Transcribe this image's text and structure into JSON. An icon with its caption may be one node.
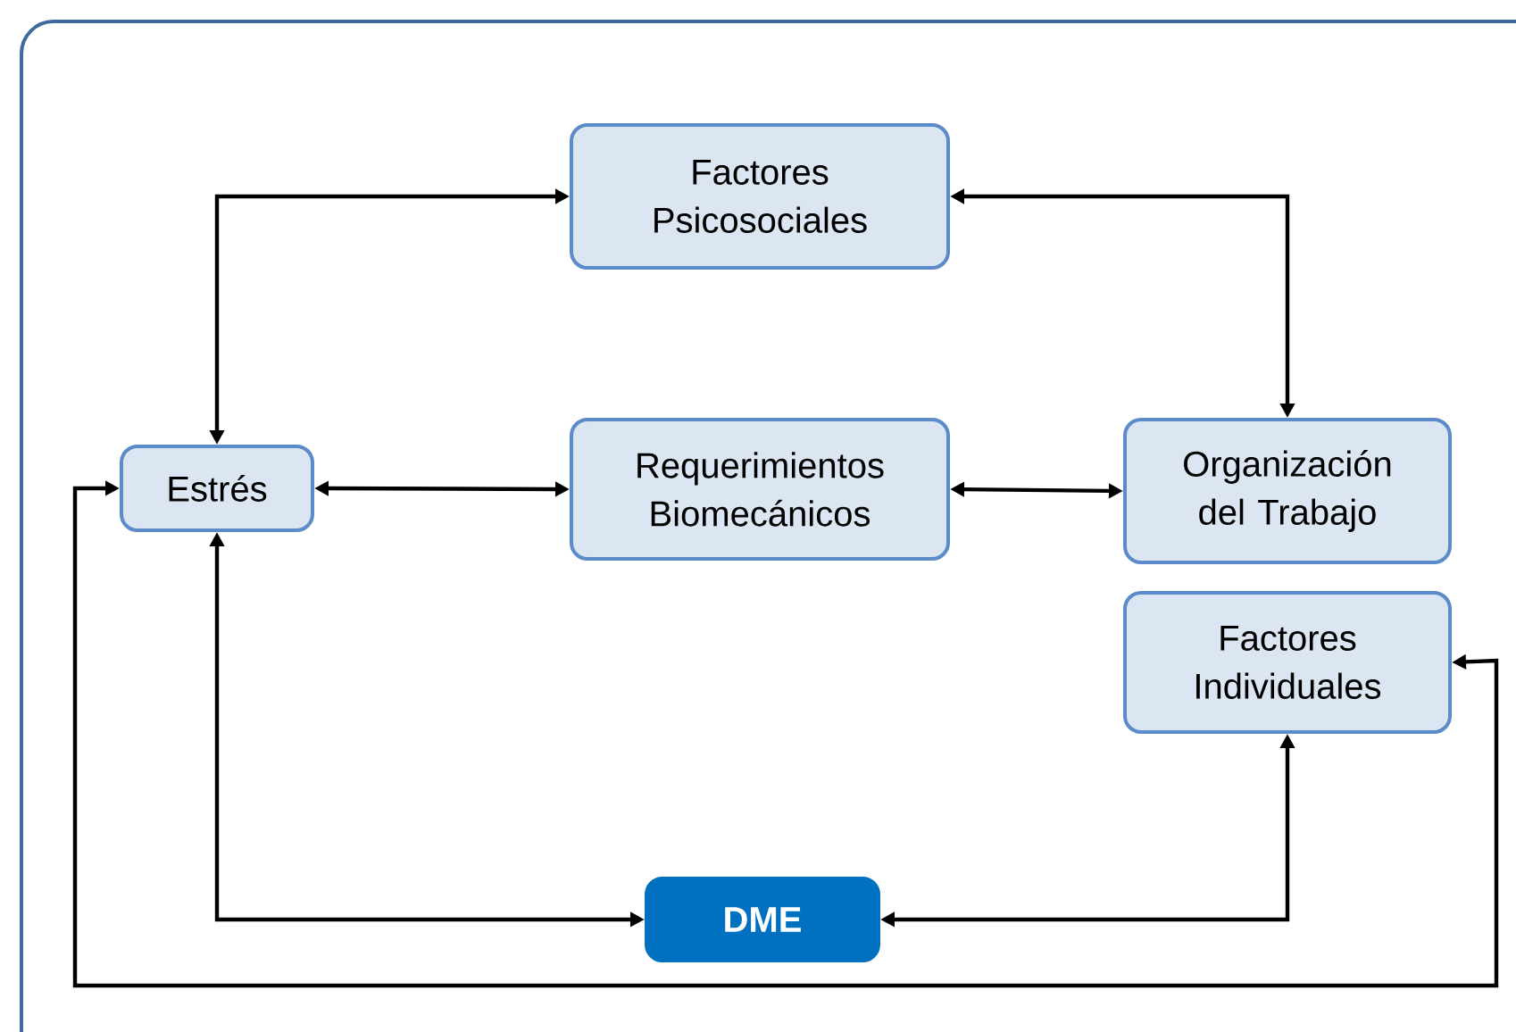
{
  "diagram": {
    "nodes": [
      {
        "text": [
          "Factores Psicosociales"
        ]
      },
      {
        "text": [
          "Estrés"
        ]
      },
      {
        "text": [
          "Requerimientos Biomecánicos"
        ]
      },
      {
        "text": [
          "Organización del Trabajo"
        ]
      },
      {
        "text": [
          "Factores Individuales"
        ]
      },
      {
        "text": [
          "DME"
        ]
      }
    ],
    "edges": [
      {
        "from": 1,
        "to": 0,
        "arrow": "both"
      },
      {
        "from": 0,
        "to": 3,
        "arrow": "both"
      },
      {
        "from": 1,
        "to": 2,
        "arrow": "both"
      },
      {
        "from": 2,
        "to": 3,
        "arrow": "both"
      },
      {
        "from": 1,
        "to": 5,
        "arrow": "both"
      },
      {
        "from": 4,
        "to": 5,
        "arrow": "both"
      },
      {
        "from": 4,
        "to": 1,
        "arrow": "both"
      }
    ]
  }
}
